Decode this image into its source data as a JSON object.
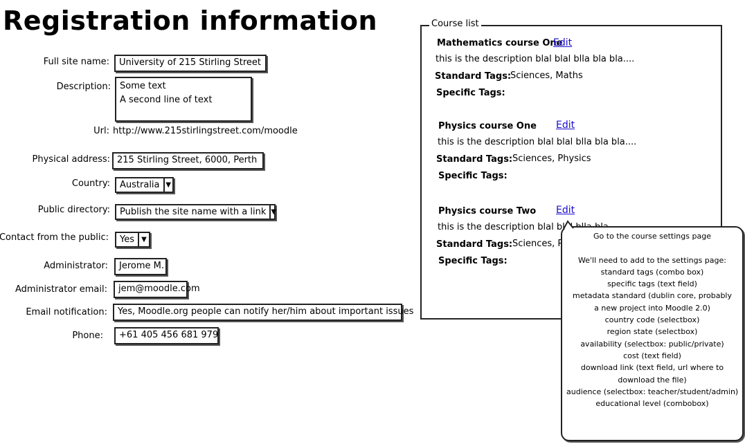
{
  "page_title": "Registration information",
  "form": {
    "full_site_name": {
      "label": "Full site name:",
      "value": "University of 215 Stirling Street"
    },
    "description": {
      "label": "Description:",
      "lines": [
        "Some text",
        "A second line of text"
      ]
    },
    "url": {
      "label": "Url:",
      "value": "http://www.215stirlingstreet.com/moodle"
    },
    "physical_address": {
      "label": "Physical address:",
      "value": "215 Stirling Street, 6000, Perth"
    },
    "country": {
      "label": "Country:",
      "value": "Australia"
    },
    "public_directory": {
      "label": "Public directory:",
      "value": "Publish the site name with a link"
    },
    "contact_public": {
      "label": "Contact from the public:",
      "value": "Yes"
    },
    "administrator": {
      "label": "Administrator:",
      "value": "Jerome M."
    },
    "administrator_email": {
      "label": "Administrator email:",
      "value": "jem@moodle.com"
    },
    "email_notification": {
      "label": "Email notification:",
      "value": "Yes, Moodle.org people can notify her/him about important issues"
    },
    "phone": {
      "label": "Phone:",
      "value": "+61 405 456 681 979"
    }
  },
  "course_list": {
    "legend": "Course list",
    "edit_label": "Edit",
    "standard_tags_label": "Standard Tags:",
    "specific_tags_label": "Specific Tags:",
    "courses": [
      {
        "name": "Mathematics course One",
        "description": "this is the description blal blal blla bla bla....",
        "standard_tags": "Sciences, Maths"
      },
      {
        "name": "Physics course One",
        "description": "this is the description blal blal blla bla bla....",
        "standard_tags": "Sciences, Physics"
      },
      {
        "name": "Physics course Two",
        "description": "this is the description blal blal blla bla",
        "standard_tags": "Sciences, P"
      }
    ]
  },
  "callout": {
    "lines": [
      "Go to the course settings page",
      "",
      "We'll need to add to the settings page:",
      "standard tags (combo box)",
      "specific tags (text field)",
      "metadata standard (dublin core, probably",
      "a new project into Moodle 2.0)",
      "country code (selectbox)",
      "region state (selectbox)",
      "availability (selectbox: public/private)",
      "cost (text field)",
      "download link (text field, url where to",
      "download the file)",
      "audience (selectbox: teacher/student/admin)",
      "educational level (combobox)"
    ]
  }
}
